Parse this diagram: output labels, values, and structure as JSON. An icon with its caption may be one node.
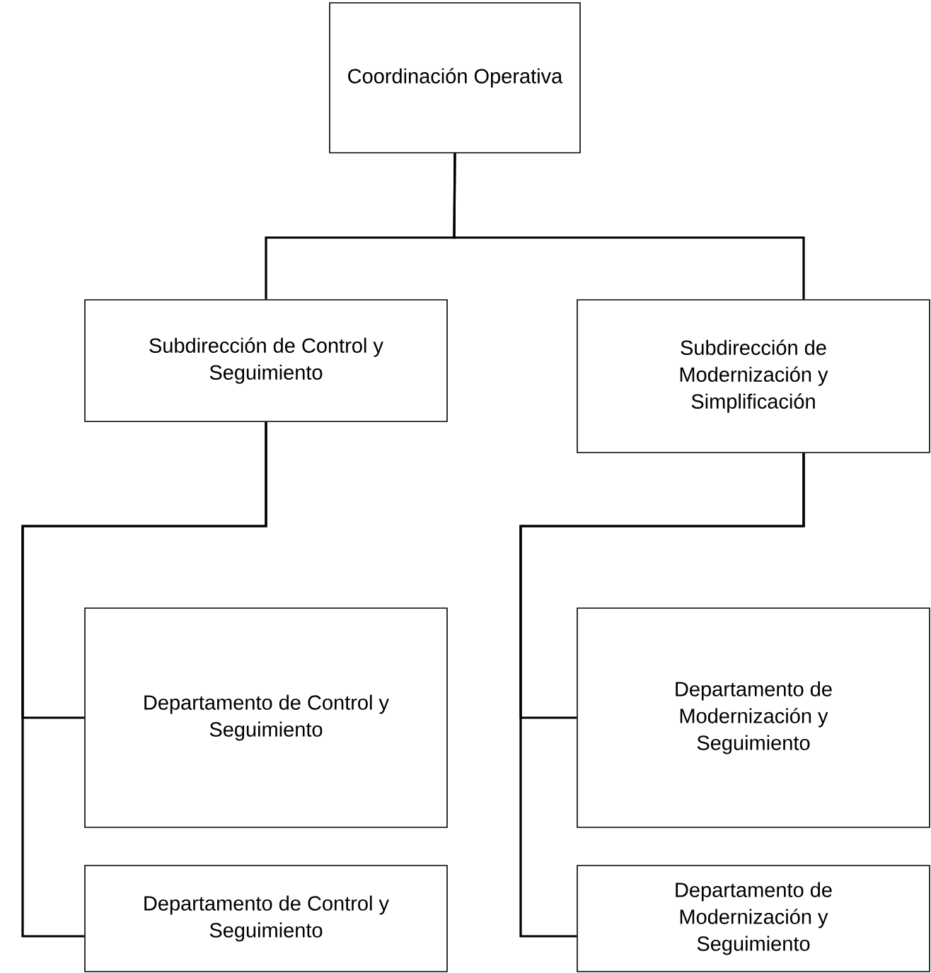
{
  "diagram": {
    "nodes": [
      {
        "text": [
          "Coordinación Operativa"
        ]
      },
      {
        "text": [
          "Subdirección de Control y Seguimiento"
        ]
      },
      {
        "text": [
          "Subdirección de Modernización y Simplificación"
        ]
      },
      {
        "text": [
          "Departamento de Control y Seguimiento"
        ]
      },
      {
        "text": [
          "Departamento de Control y Seguimiento"
        ]
      },
      {
        "text": [
          "Departamento de Modernización y Seguimiento"
        ]
      },
      {
        "text": [
          "Departamento de Modernización y Seguimiento"
        ]
      }
    ],
    "edges": [
      {
        "from": 0,
        "to": 1,
        "arrow": "none"
      },
      {
        "from": 0,
        "to": 2,
        "arrow": "none"
      },
      {
        "from": 1,
        "to": 3,
        "arrow": "none"
      },
      {
        "from": 1,
        "to": 4,
        "arrow": "none"
      },
      {
        "from": 2,
        "to": 5,
        "arrow": "none"
      },
      {
        "from": 2,
        "to": 6,
        "arrow": "none"
      }
    ]
  }
}
